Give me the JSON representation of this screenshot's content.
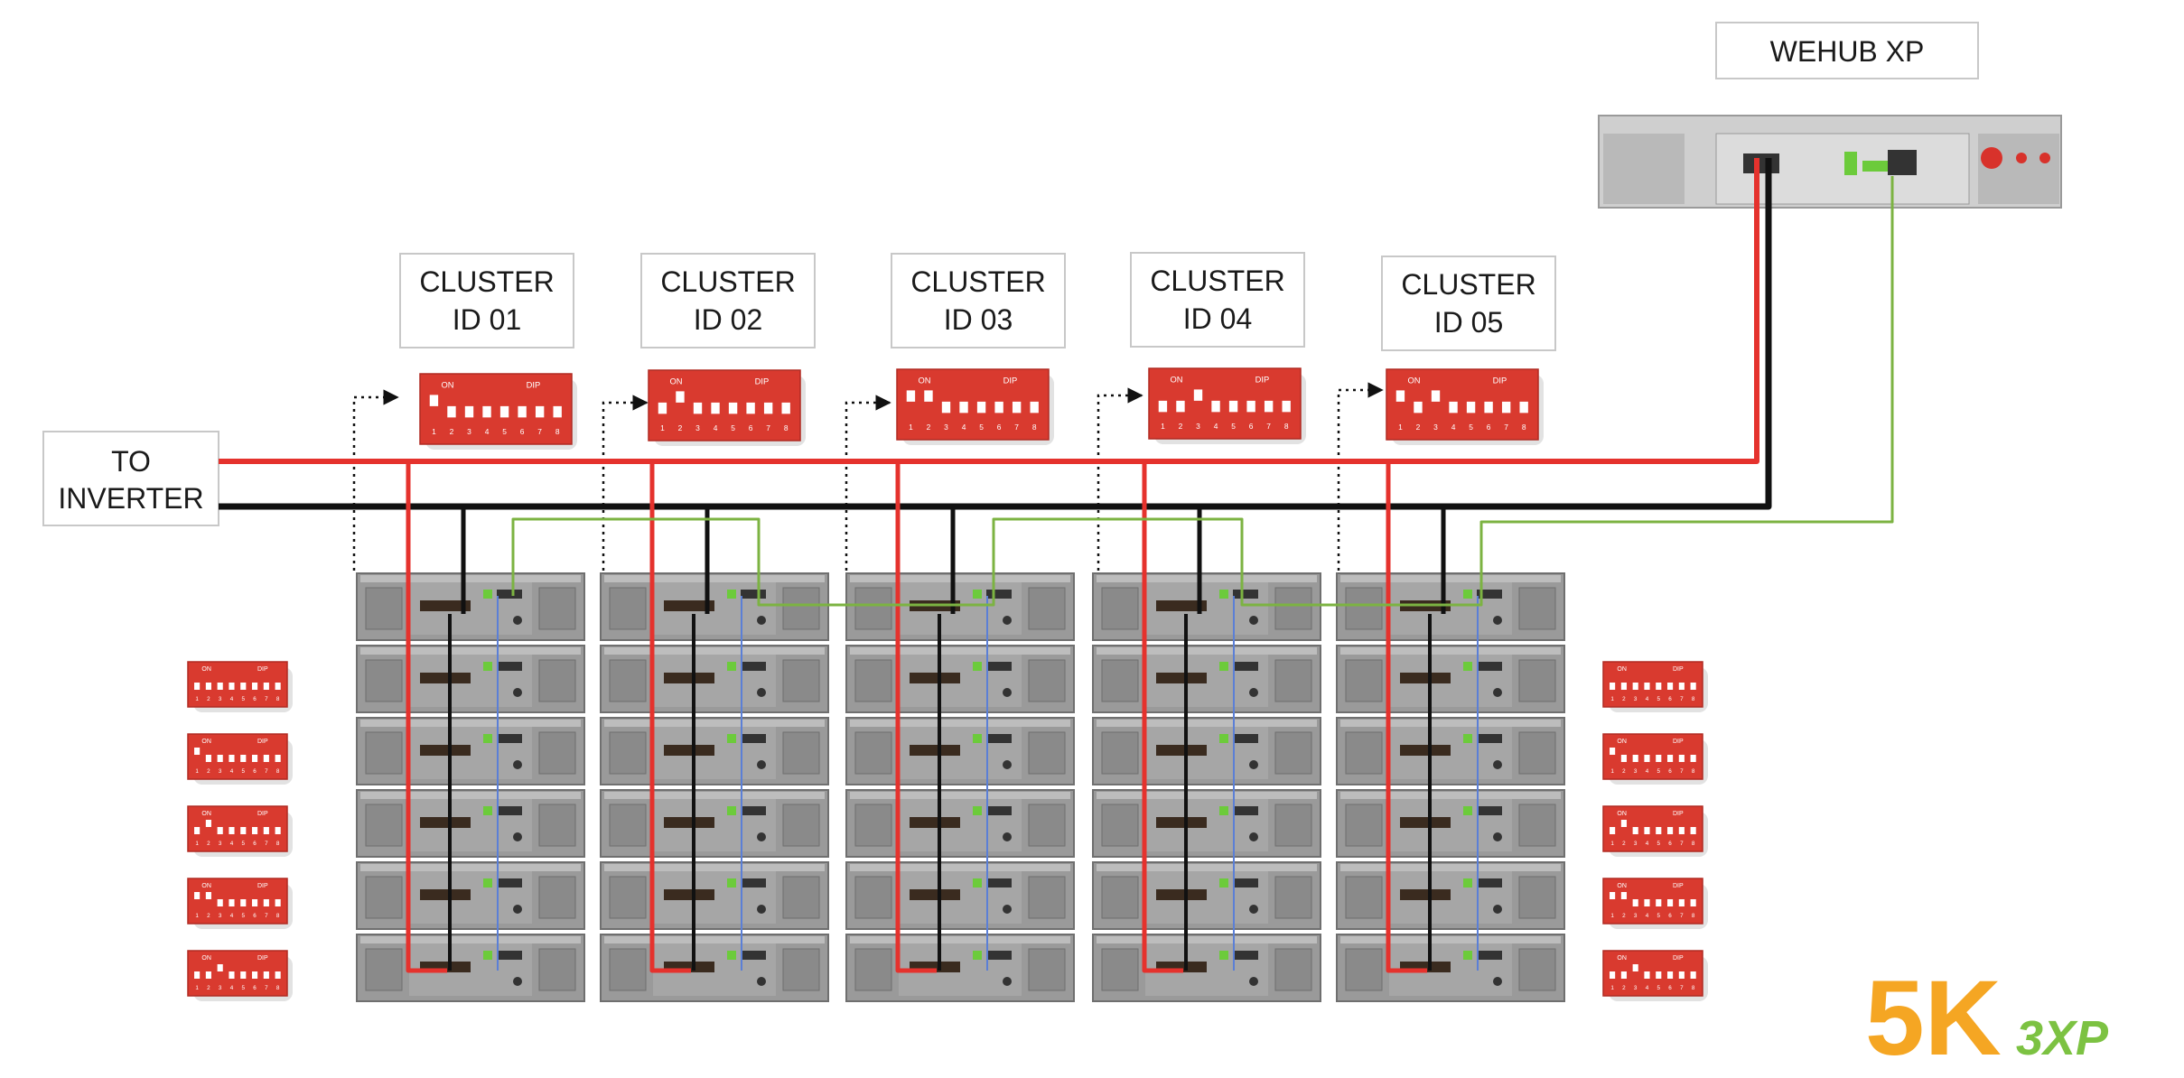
{
  "labels": {
    "hub": "WEHUB XP",
    "inverter_line1": "TO",
    "inverter_line2": "INVERTER",
    "clusters": [
      {
        "line1": "CLUSTER",
        "line2": "ID 01"
      },
      {
        "line1": "CLUSTER",
        "line2": "ID 02"
      },
      {
        "line1": "CLUSTER",
        "line2": "ID 03"
      },
      {
        "line1": "CLUSTER",
        "line2": "ID 04"
      },
      {
        "line1": "CLUSTER",
        "line2": "ID 05"
      }
    ]
  },
  "dip_switch": {
    "on_label": "ON",
    "dip_label": "DIP",
    "numbers": [
      "1",
      "2",
      "3",
      "4",
      "5",
      "6",
      "7",
      "8"
    ]
  },
  "cluster_dip_up": [
    [
      1
    ],
    [
      2
    ],
    [
      1,
      2
    ],
    [
      3
    ],
    [
      1,
      3
    ]
  ],
  "module_dip_up": [
    [],
    [
      1
    ],
    [
      2
    ],
    [
      1,
      2
    ],
    [
      3
    ]
  ],
  "battery_rows": 6,
  "logo": {
    "brand": "5K",
    "suffix": "3XP"
  },
  "colors": {
    "positive": "#e5322d",
    "negative": "#111111",
    "comm": "#7cb342",
    "link": "#5b7fd6",
    "dip_red": "#d93a2f",
    "battery": "#9a9a9a",
    "logo_orange": "#f5a623",
    "logo_red": "#e8392f",
    "logo_green": "#7cc242"
  }
}
